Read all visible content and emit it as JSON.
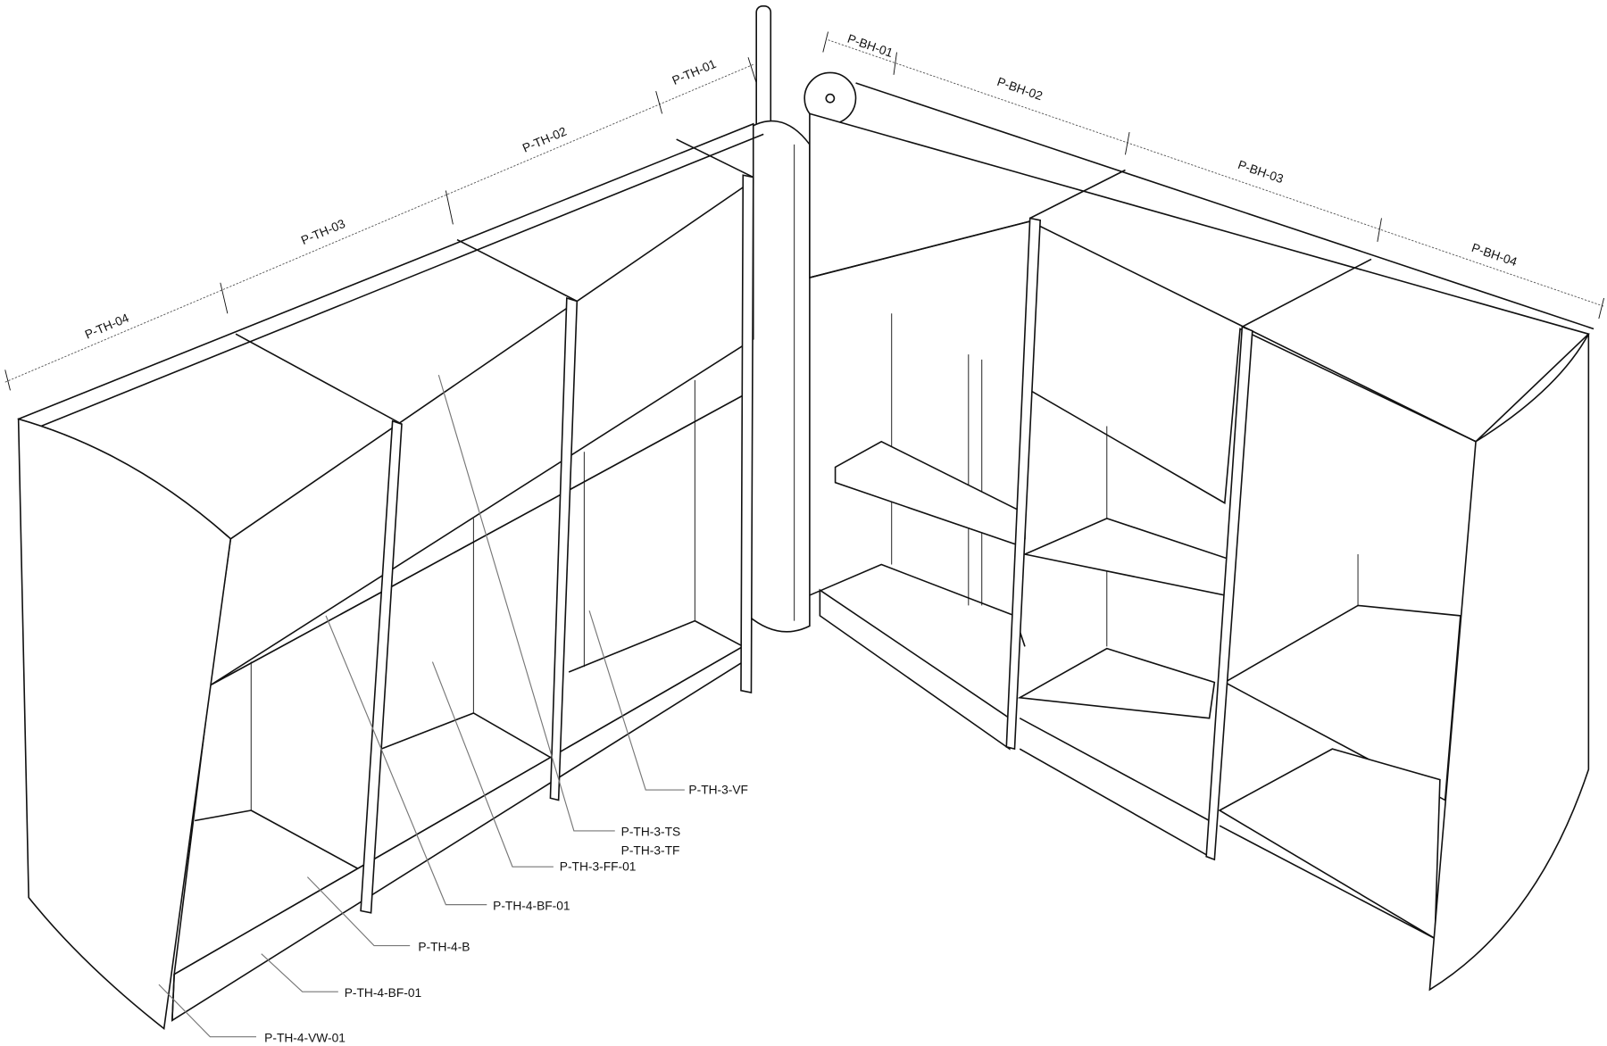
{
  "dimensions_front": [
    "P-TH-04",
    "P-TH-03",
    "P-TH-02",
    "P-TH-01"
  ],
  "dimensions_back": [
    "P-BH-01",
    "P-BH-02",
    "P-BH-03",
    "P-BH-04"
  ],
  "callouts": [
    "P-TH-3-VF",
    "P-TH-3-TS",
    "P-TH-3-TF",
    "P-TH-3-FF-01",
    "P-TH-4-BF-01",
    "P-TH-4-B",
    "P-TH-4-BF-01",
    "P-TH-4-VW-01"
  ]
}
